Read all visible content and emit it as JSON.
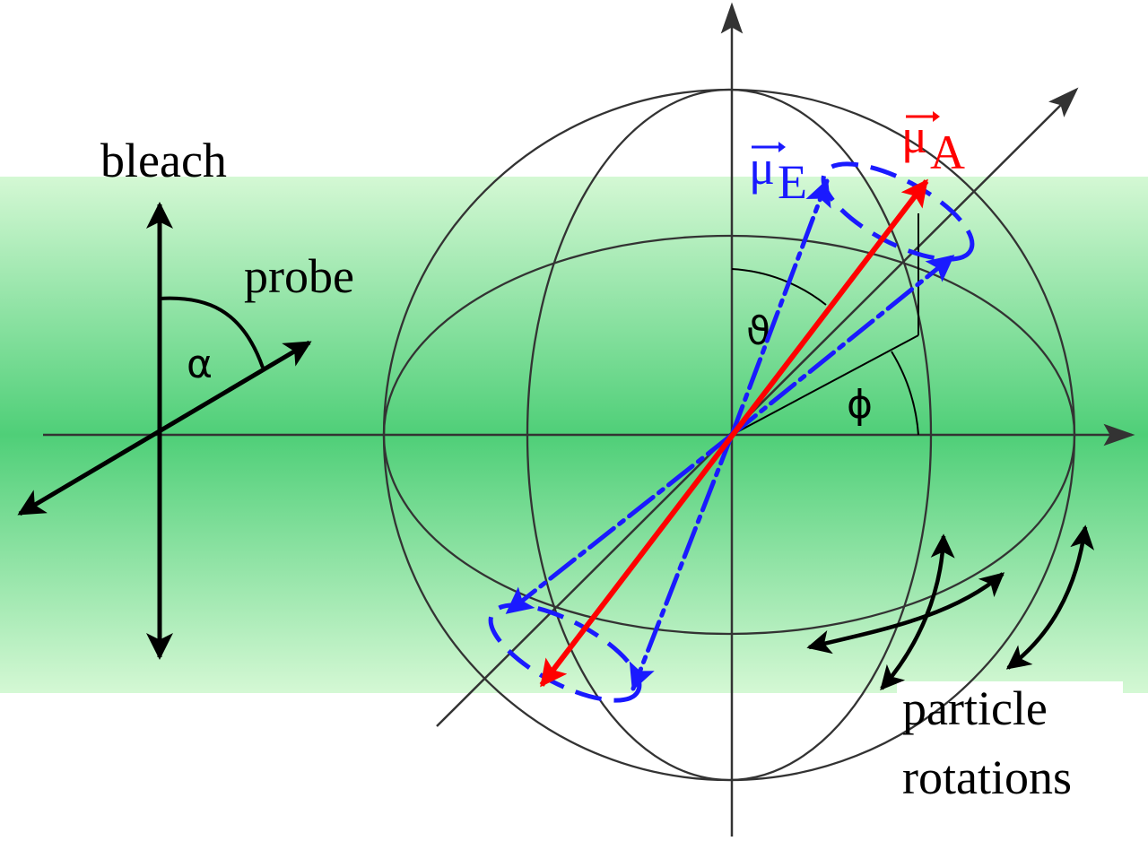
{
  "labels": {
    "bleach": "bleach",
    "probe": "probe",
    "alpha": "α",
    "theta": "ϑ",
    "phi": "ϕ",
    "mu": "μ",
    "sub_A": "A",
    "sub_E": "E",
    "particle": "particle",
    "rotations": "rotations"
  },
  "colors": {
    "absorption_dipole": "#ff0000",
    "emission_dipole": "#1a1aff",
    "band_edge": "#d4f8d4",
    "band_center": "#4fcf78",
    "line": "#333333"
  },
  "icons": {
    "vector_arrow": "right-arrow-accent"
  }
}
